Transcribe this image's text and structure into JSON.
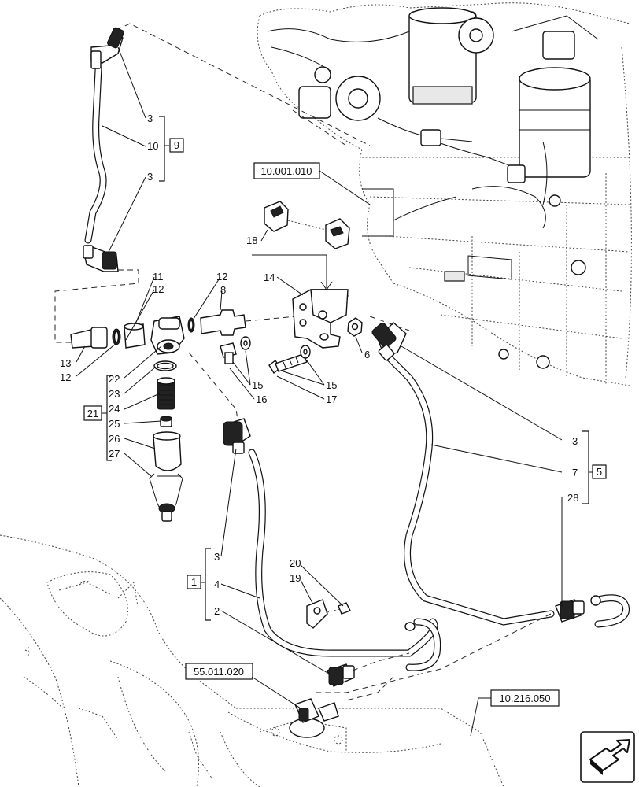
{
  "diagram": {
    "reference_boxes": {
      "ref_10_001_010": "10.001.010",
      "ref_55_011_020": "55.011.020",
      "ref_10_216_050": "10.216.050"
    },
    "callouts": {
      "c3a": "3",
      "c10": "10",
      "c3b": "3",
      "c11": "11",
      "c12a": "12",
      "c12b": "12",
      "c12c": "12",
      "c13": "13",
      "c8": "8",
      "c14": "14",
      "c18": "18",
      "c22": "22",
      "c23": "23",
      "c24": "24",
      "c25": "25",
      "c26": "26",
      "c27": "27",
      "c15a": "15",
      "c15b": "15",
      "c16": "16",
      "c17": "17",
      "c6": "6",
      "c3c": "3",
      "c7": "7",
      "c28": "28",
      "c3d": "3",
      "c4": "4",
      "c2": "2",
      "c20": "20",
      "c19": "19"
    },
    "group_boxes": {
      "g9": "9",
      "g21": "21",
      "g5": "5",
      "g1": "1"
    },
    "nav_icon": "next-page-arrow-icon"
  }
}
